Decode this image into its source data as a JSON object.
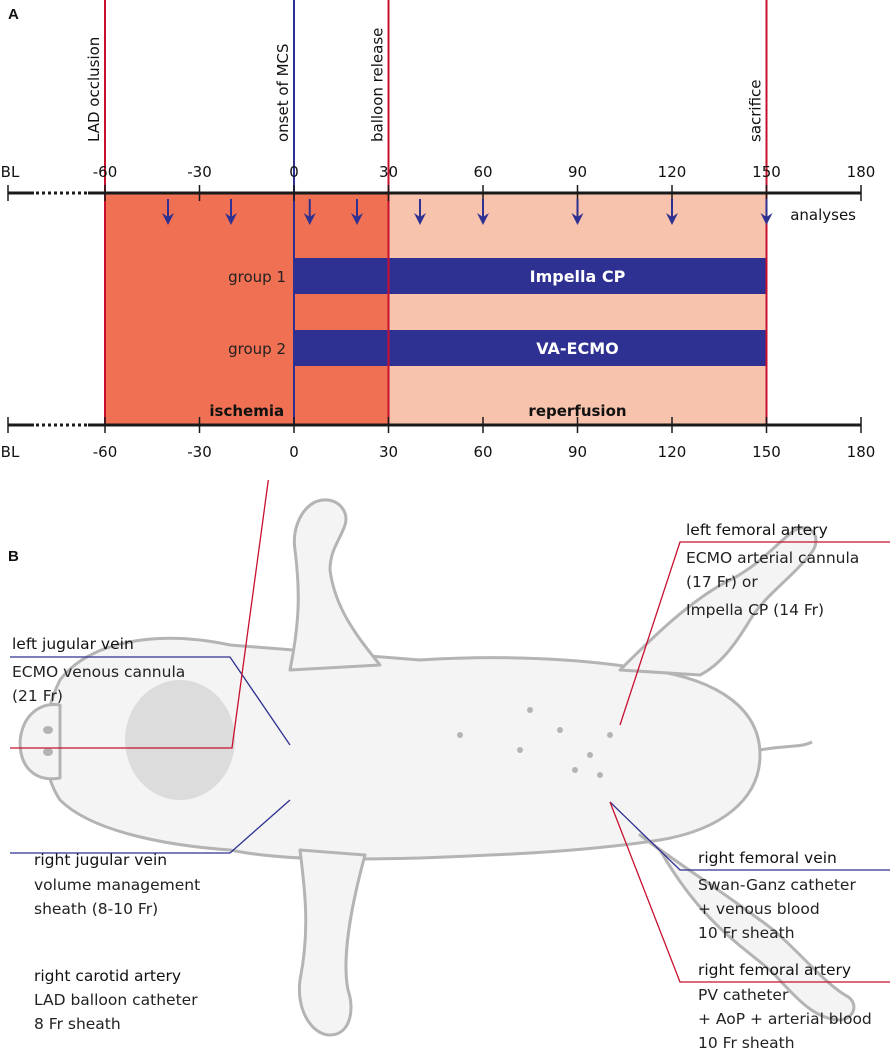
{
  "colors": {
    "ischemia": "#ef7052",
    "reperfusion": "#f7c3ad",
    "device_bar": "#2e3191",
    "red_line": "#c8102e",
    "blue_line": "#2e3191",
    "axis": "#1a1a1a",
    "pig": "#b4b4b4"
  },
  "panel_a": {
    "label": "A",
    "axis_top": {
      "baseline_label": "BL",
      "ticks": [
        -60,
        -30,
        0,
        30,
        60,
        90,
        120,
        150,
        180
      ]
    },
    "axis_bottom": {
      "baseline_label": "BL",
      "ticks": [
        -60,
        -30,
        0,
        30,
        60,
        90,
        120,
        150,
        180
      ]
    },
    "events": [
      {
        "label": "LAD occlusion",
        "time": -60,
        "color": "red"
      },
      {
        "label": "onset of MCS",
        "time": 0,
        "color": "blue"
      },
      {
        "label": "balloon release",
        "time": 30,
        "color": "red"
      },
      {
        "label": "sacrifice",
        "time": 150,
        "color": "red"
      }
    ],
    "analysis_times": [
      -40,
      -20,
      5,
      20,
      40,
      60,
      90,
      120,
      150
    ],
    "analyses_label": "analyses",
    "phases": [
      {
        "label": "ischemia",
        "start": -60,
        "end": 30
      },
      {
        "label": "reperfusion",
        "start": 30,
        "end": 150
      }
    ],
    "groups": [
      {
        "label": "group 1",
        "device": "Impella CP",
        "start": 0,
        "end": 150
      },
      {
        "label": "group 2",
        "device": "VA-ECMO",
        "start": 0,
        "end": 150
      }
    ]
  },
  "panel_b": {
    "label": "B",
    "annotations": {
      "left_jugular": {
        "title": "left jugular vein",
        "lines": [
          "ECMO venous cannula",
          "(21 Fr)"
        ]
      },
      "right_jugular": {
        "title": "right jugular vein",
        "lines": [
          "volume management",
          "sheath (8-10 Fr)"
        ]
      },
      "right_carotid": {
        "title": "right carotid artery",
        "lines": [
          "LAD balloon catheter",
          "8 Fr sheath"
        ]
      },
      "left_femoral": {
        "title": "left femoral artery",
        "lines": [
          "ECMO arterial cannula",
          "(17 Fr) or",
          "Impella CP (14 Fr)"
        ]
      },
      "right_femoral_vein": {
        "title": "right femoral vein",
        "lines": [
          "Swan-Ganz catheter",
          "+ venous blood",
          "10 Fr sheath"
        ]
      },
      "right_femoral_artery": {
        "title": "right femoral artery",
        "lines": [
          "PV catheter",
          "+ AoP + arterial blood",
          "10 Fr sheath"
        ]
      }
    }
  }
}
